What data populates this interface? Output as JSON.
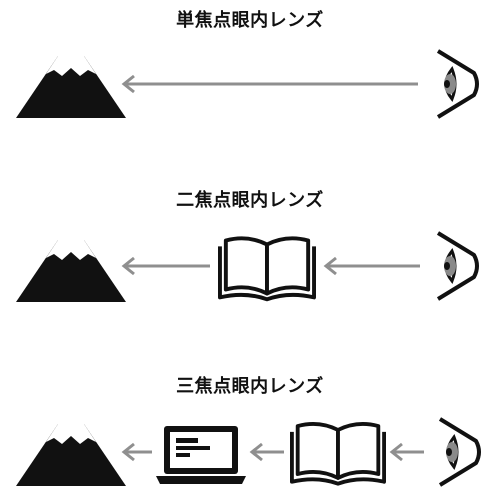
{
  "sections": [
    {
      "title": "単焦点眼内レンズ",
      "objects": [
        "mountain-icon",
        "eye-icon"
      ]
    },
    {
      "title": "二焦点眼内レンズ",
      "objects": [
        "mountain-icon",
        "book-icon",
        "eye-icon"
      ]
    },
    {
      "title": "三焦点眼内レンズ",
      "objects": [
        "mountain-icon",
        "laptop-icon",
        "book-icon",
        "eye-icon"
      ]
    }
  ],
  "colors": {
    "icon": "#111111",
    "arrow": "#8f8f8f",
    "background": "#ffffff"
  }
}
